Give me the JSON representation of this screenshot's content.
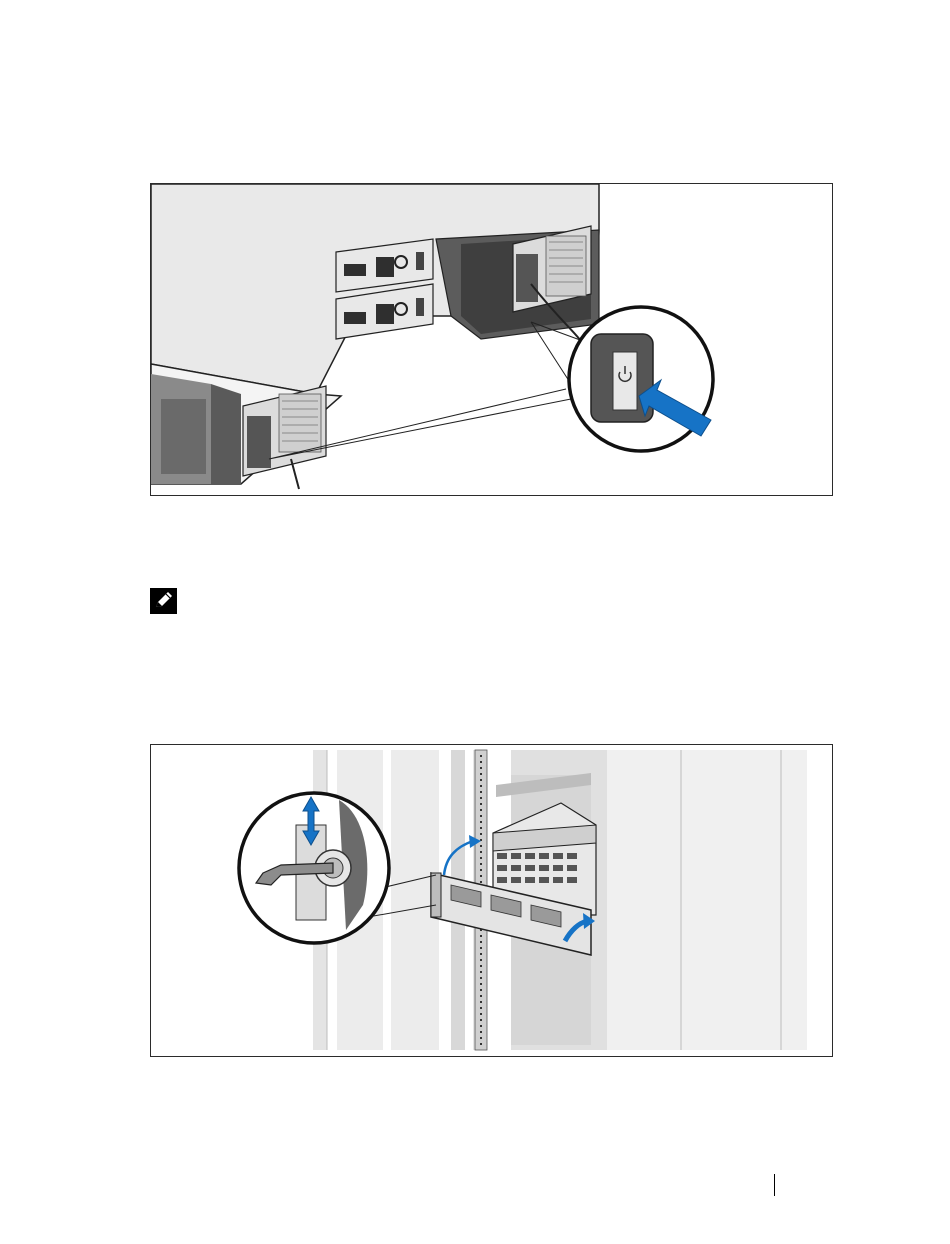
{
  "figures": [
    {
      "name": "power-on-figure",
      "callout_icon": "power-icon",
      "pointer_icon": "arrow-icon",
      "accent_color": "#1673c6"
    },
    {
      "name": "bezel-install-figure",
      "callout_icon": "key-icon",
      "pointer_icon": "curved-arrow-icon",
      "accent_color": "#1673c6"
    }
  ],
  "note": {
    "icon": "note-pencil-icon"
  },
  "footer": {
    "divider": "page-number-divider"
  }
}
